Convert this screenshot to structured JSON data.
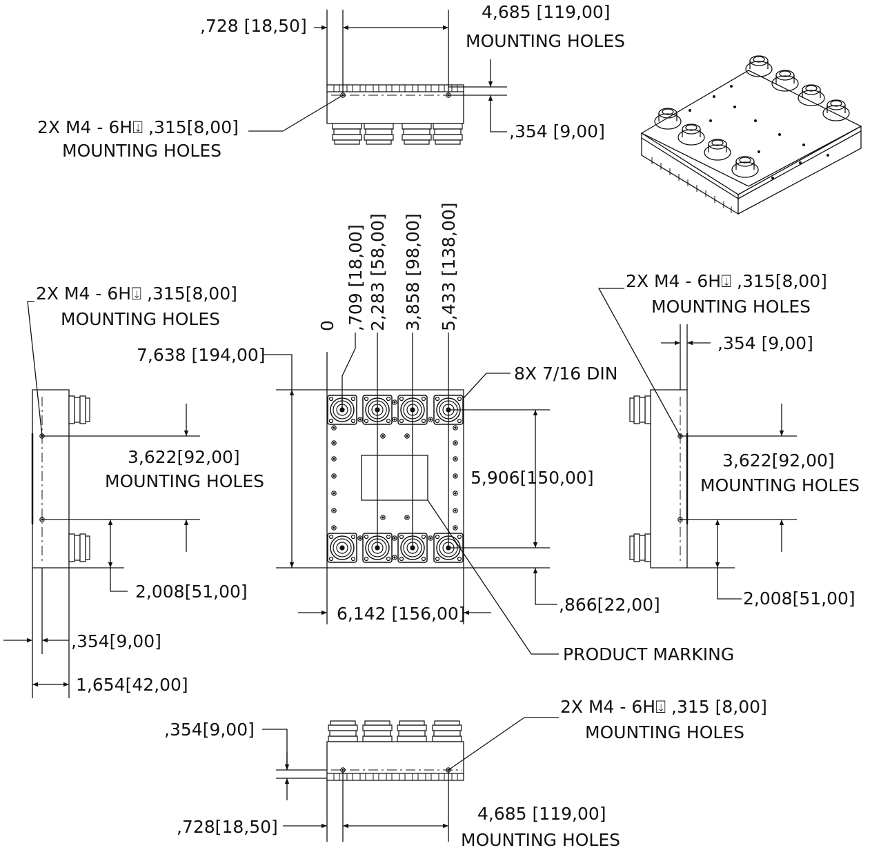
{
  "colors": {
    "line": "#111111",
    "background": "#ffffff"
  },
  "top_view": {
    "offset_in": ",728",
    "offset_mm": "18,50",
    "spacing_in": "4,685",
    "spacing_mm": "119,00",
    "spacing_note": "MOUNTING HOLES",
    "hole_spec": "2X M4 - 6H⍗ ,315",
    "hole_mm": "8,00",
    "hole_note": "MOUNTING HOLES",
    "depth_in": ",354",
    "depth_mm": "9,00"
  },
  "front_view": {
    "ordinates": [
      {
        "in": "0",
        "mm": ""
      },
      {
        "in": ",709",
        "mm": "18,00"
      },
      {
        "in": "2,283",
        "mm": "58,00"
      },
      {
        "in": "3,858",
        "mm": "98,00"
      },
      {
        "in": "5,433",
        "mm": "138,00"
      }
    ],
    "height_in": "7,638",
    "height_mm": "194,00",
    "connectors_note": "8X 7/16 DIN",
    "conn_pitch_in": "5,906",
    "conn_pitch_mm": "150,00",
    "width_in": "6,142",
    "width_mm": "156,00",
    "bottom_offset_in": ",866",
    "bottom_offset_mm": "22,00",
    "marking_note": "PRODUCT MARKING"
  },
  "left_view": {
    "hole_spec": "2X M4 - 6H⍗ ,315",
    "hole_mm": "8,00",
    "hole_note": "MOUNTING HOLES",
    "spacing_in": "3,622",
    "spacing_mm": "92,00",
    "spacing_note": "MOUNTING HOLES",
    "offset_in": "2,008",
    "offset_mm": "51,00",
    "depth_in": ",354",
    "depth_mm": "9,00",
    "thick_in": "1,654",
    "thick_mm": "42,00"
  },
  "right_view": {
    "hole_spec": "2X M4 - 6H⍗ ,315",
    "hole_mm": "8,00",
    "hole_note": "MOUNTING HOLES",
    "depth_in": ",354",
    "depth_mm": "9,00",
    "spacing_in": "3,622",
    "spacing_mm": "92,00",
    "spacing_note": "MOUNTING HOLES",
    "offset_in": "2,008",
    "offset_mm": "51,00"
  },
  "bottom_view": {
    "depth_in": ",354",
    "depth_mm": "9,00",
    "hole_spec": "2X M4 - 6H⍗ ,315",
    "hole_mm": "8,00",
    "hole_note": "MOUNTING HOLES",
    "offset_in": ",728",
    "offset_mm": "18,50",
    "spacing_in": "4,685",
    "spacing_mm": "119,00",
    "spacing_note": "MOUNTING HOLES"
  }
}
